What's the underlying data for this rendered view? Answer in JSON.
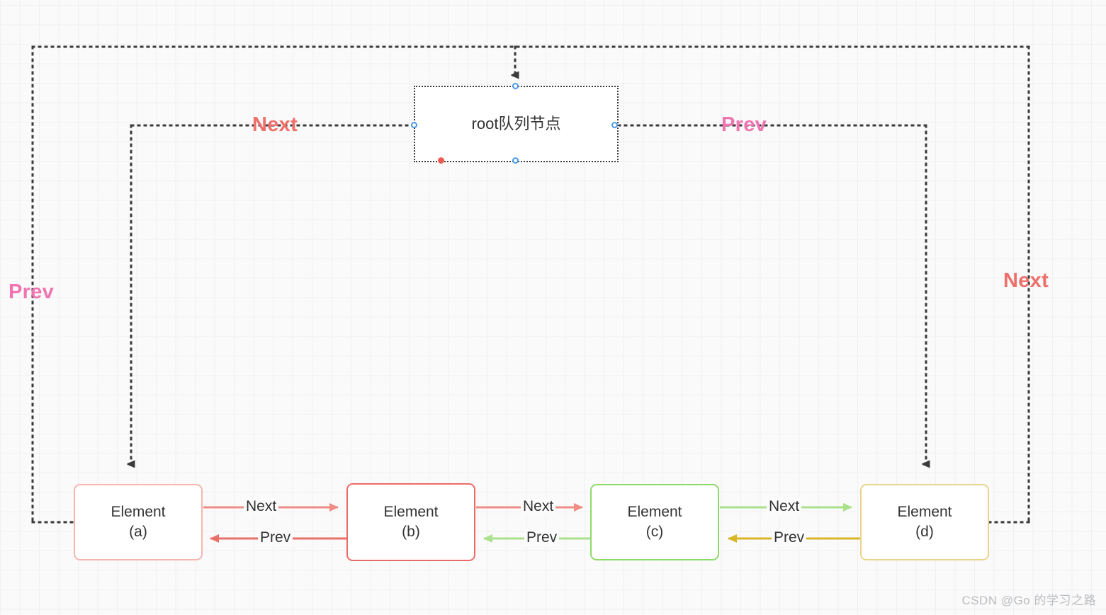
{
  "diagram": {
    "title": "Go container/list doubly linked list structure",
    "background_color": "#fafafa",
    "grid": true
  },
  "root_node": {
    "label": "root队列节点",
    "border_style": "dotted",
    "border_color": "#3b3b3b",
    "handles": [
      "top",
      "left",
      "right",
      "bottom"
    ],
    "marker_color": "#ec5b50"
  },
  "elements": [
    {
      "id": "a",
      "line1": "Element",
      "line2": "(a)",
      "border_color": "#f5b6b0"
    },
    {
      "id": "b",
      "line1": "Element",
      "line2": "(b)",
      "border_color": "#ec6a66"
    },
    {
      "id": "c",
      "line1": "Element",
      "line2": "(c)",
      "border_color": "#90d96b"
    },
    {
      "id": "d",
      "line1": "Element",
      "line2": "(d)",
      "border_color": "#e9d589"
    }
  ],
  "big_labels": {
    "next_top": "Next",
    "prev_top": "Prev",
    "prev_left": "Prev",
    "next_right": "Next",
    "next_color": "#ef6f6a",
    "prev_color": "#ef74b0"
  },
  "edge_labels": {
    "a_b_next": "Next",
    "b_a_prev": "Prev",
    "b_c_next": "Next",
    "c_b_prev": "Prev",
    "c_d_next": "Next",
    "d_c_prev": "Prev"
  },
  "edge_colors": {
    "a_b_next": "#ef8d86",
    "b_a_prev": "#e8706b",
    "b_c_next": "#ef8d86",
    "c_b_prev": "#a9e18c",
    "c_d_next": "#a9e18c",
    "d_c_prev": "#d9b626",
    "dotted": "#3b3b3b"
  },
  "watermark": "CSDN @Go 的学习之路"
}
